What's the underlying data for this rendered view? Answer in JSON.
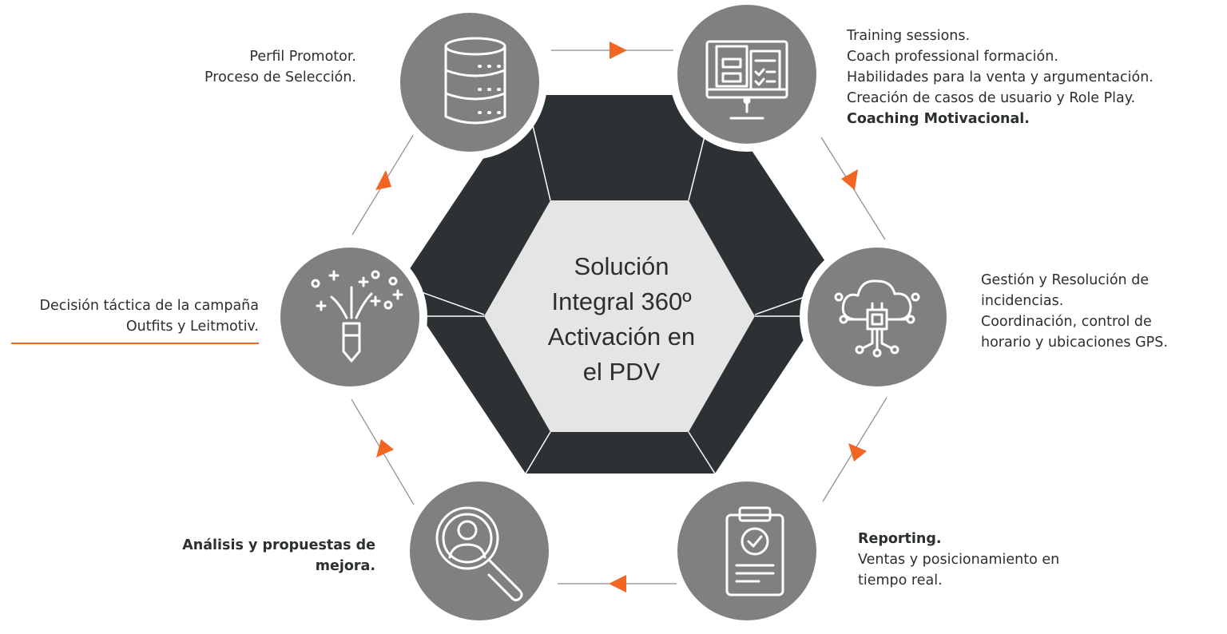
{
  "center": {
    "lines": [
      "Solución",
      "Integral 360º",
      "Activación en",
      "el PDV"
    ]
  },
  "nodes": [
    {
      "id": "top-left",
      "icon": "database-icon",
      "lines": [
        "Perfil Promotor.",
        "Proceso de Selección."
      ]
    },
    {
      "id": "top-right",
      "icon": "training-screen-icon",
      "lines": [
        "Training sessions.",
        "Coach professional formación.",
        "Habilidades para la venta y argumentación.",
        "Creación de casos de usuario y Role Play."
      ],
      "bold_line": "Coaching Motivacional."
    },
    {
      "id": "right",
      "icon": "cloud-chip-icon",
      "lines": [
        "Gestión y Resolución de",
        "incidencias.",
        "Coordinación, control de",
        "horario y ubicaciones GPS."
      ]
    },
    {
      "id": "bottom-right",
      "icon": "clipboard-check-icon",
      "bold_line": "Reporting.",
      "lines": [
        "Ventas y posicionamiento en",
        "tiempo real."
      ]
    },
    {
      "id": "bottom-left",
      "icon": "magnifier-person-icon",
      "bold_lines": [
        "Análisis y propuestas de",
        "mejora."
      ]
    },
    {
      "id": "left",
      "icon": "creative-pencil-icon",
      "lines": [
        "Decisión táctica de la campaña",
        "Outfits y Leitmotiv."
      ]
    }
  ],
  "colors": {
    "hex_dark": "#2c3133",
    "center_fill": "#e6e5e5",
    "node_fill": "#808080",
    "node_ring": "#ffffff",
    "arrow": "#f26522",
    "connector": "#8a8a8a"
  }
}
